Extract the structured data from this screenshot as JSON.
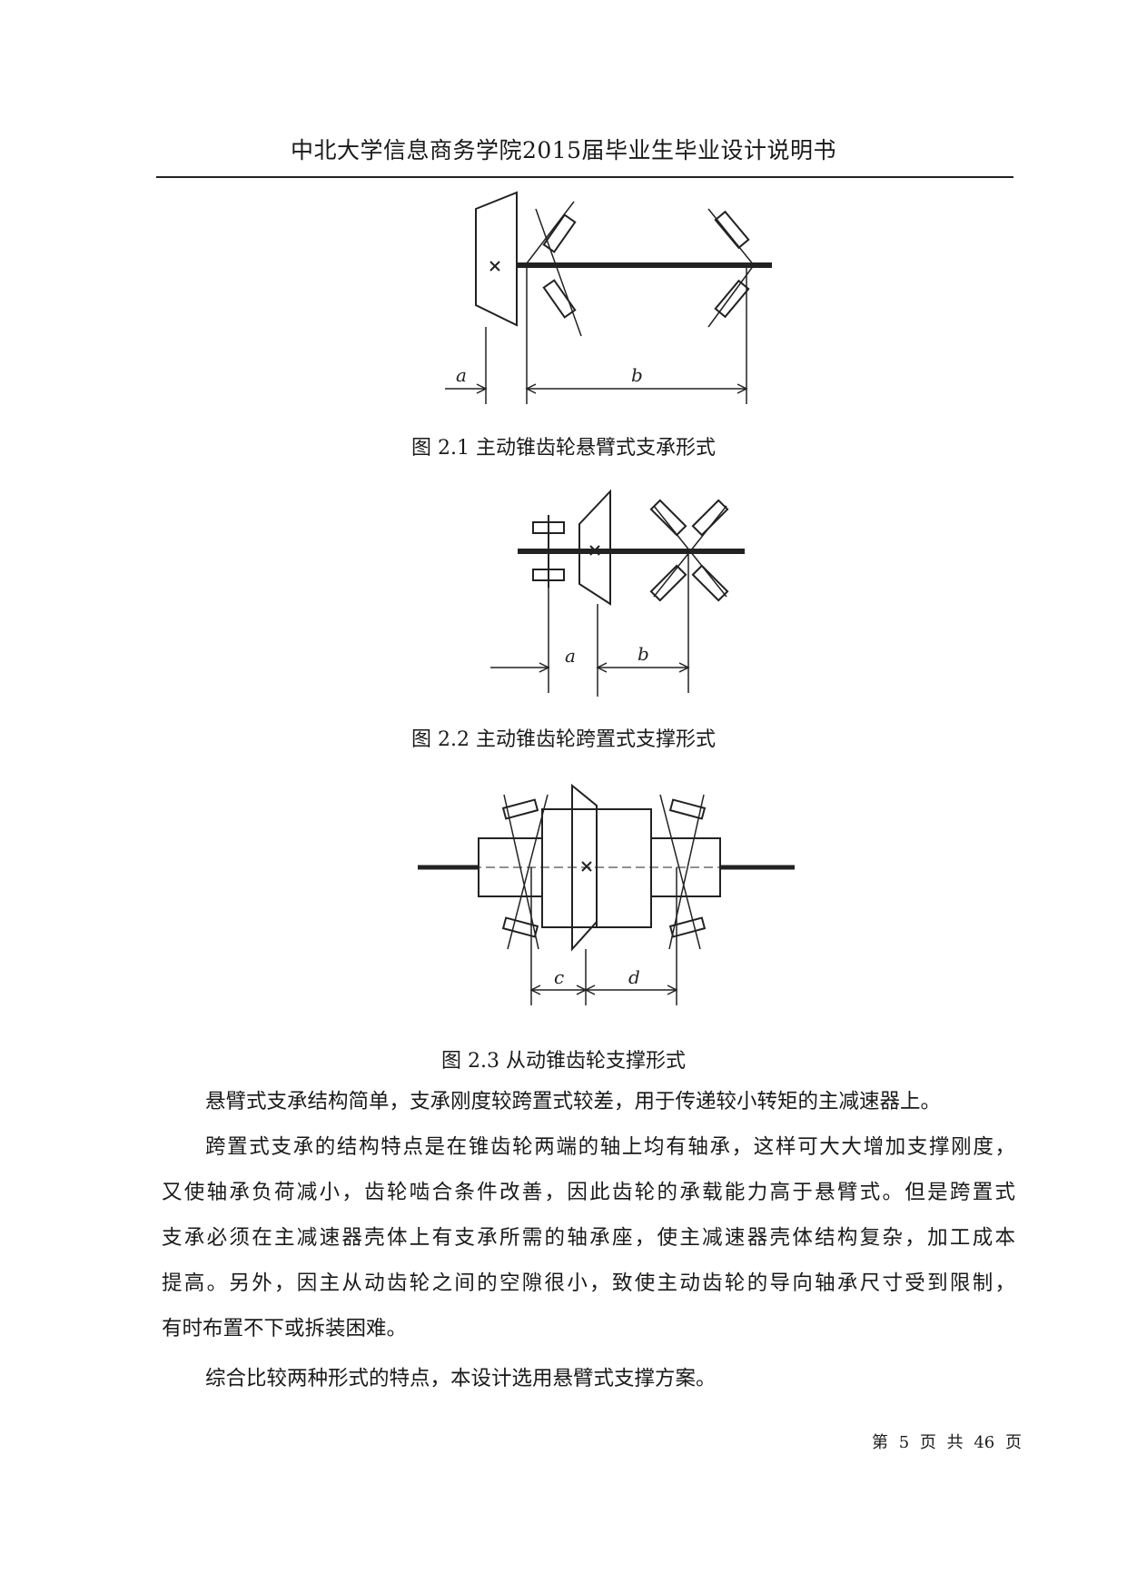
{
  "header": {
    "title": "中北大学信息商务学院2015届毕业生毕业设计说明书"
  },
  "figures": [
    {
      "caption": "图 2.1 主动锥齿轮悬臂式支承形式",
      "labels": [
        "a",
        "b"
      ]
    },
    {
      "caption": "图 2.2 主动锥齿轮跨置式支撑形式",
      "labels": [
        "a",
        "b"
      ]
    },
    {
      "caption": "图 2.3 从动锥齿轮支撑形式",
      "labels": [
        "c",
        "d"
      ]
    }
  ],
  "paragraphs": [
    {
      "lines": [
        "悬臂式支承结构简单，支承刚度较跨置式较差，用于传递较小转矩的主减速器上。"
      ]
    },
    {
      "lines": [
        "跨置式支承的结构特点是在锥齿轮两端的轴上均有轴承，这样可大大增加支撑刚度，",
        "又使轴承负荷减小，齿轮啮合条件改善，因此齿轮的承载能力高于悬臂式。但是跨置式",
        "支承必须在主减速器壳体上有支承所需的轴承座，使主减速器壳体结构复杂，加工成本",
        "提高。另外，因主从动齿轮之间的空隙很小，致使主动齿轮的导向轴承尺寸受到限制，",
        "有时布置不下或拆装困难。"
      ]
    },
    {
      "lines": [
        "综合比较两种形式的特点，本设计选用悬臂式支撑方案。"
      ]
    }
  ],
  "footer": {
    "page": "第 5 页 共 46 页"
  }
}
